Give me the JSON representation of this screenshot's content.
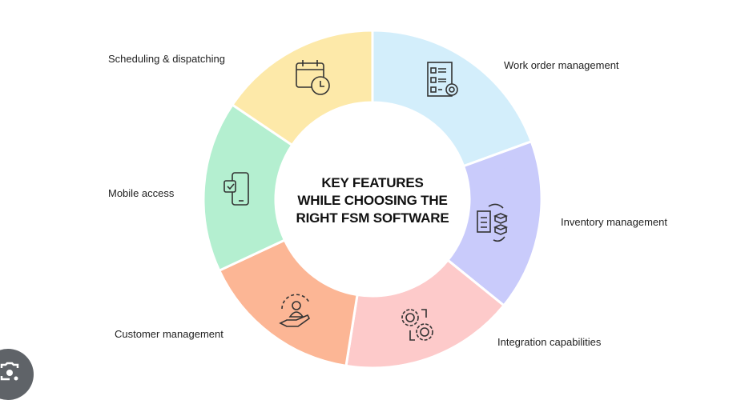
{
  "title": {
    "lines": [
      "KEY FEATURES",
      "WHILE CHOOSING THE",
      "RIGHT FSM SOFTWARE"
    ]
  },
  "features": [
    {
      "label": "Work order management",
      "icon": "checklist-gear-icon",
      "color": "#d3eefb"
    },
    {
      "label": "Inventory management",
      "icon": "clipboard-boxes-icon",
      "color": "#c9cbfb"
    },
    {
      "label": "Integration capabilities",
      "icon": "gears-icon",
      "color": "#fdcaca"
    },
    {
      "label": "Customer management",
      "icon": "customer-hand-icon",
      "color": "#fcb695"
    },
    {
      "label": "Mobile access",
      "icon": "mobile-check-icon",
      "color": "#b4efd0"
    },
    {
      "label": "Scheduling & dispatching",
      "icon": "calendar-clock-icon",
      "color": "#fde9a9"
    }
  ],
  "overlay": {
    "icon": "lens-search-icon"
  }
}
